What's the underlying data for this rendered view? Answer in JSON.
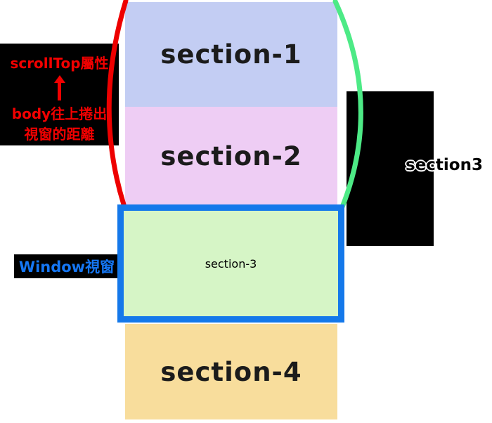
{
  "diagram": {
    "sections": [
      {
        "label": "section-1"
      },
      {
        "label": "section-2"
      },
      {
        "label": "section-3"
      },
      {
        "label": "section-4"
      }
    ],
    "scrolltop_callout": {
      "title": "scrollTop屬性",
      "desc_line1": "body往上捲出",
      "desc_line2": "視窗的距離"
    },
    "window_callout": {
      "label": "Window視窗"
    },
    "right_callout": {
      "label": "section3"
    }
  },
  "colors": {
    "section1_bg": "#c3cdf3",
    "section2_bg": "#eecdf4",
    "section3_bg": "#d6f5c6",
    "section4_bg": "#f8dd9c",
    "section_text": "#1b1b1b",
    "window_border": "#1478ea",
    "window_label_text": "#1577f5",
    "scrolltop_text": "#f20000",
    "left_brace": "#ee0000",
    "right_brace": "#4dea86",
    "callout_bg": "#000000"
  }
}
